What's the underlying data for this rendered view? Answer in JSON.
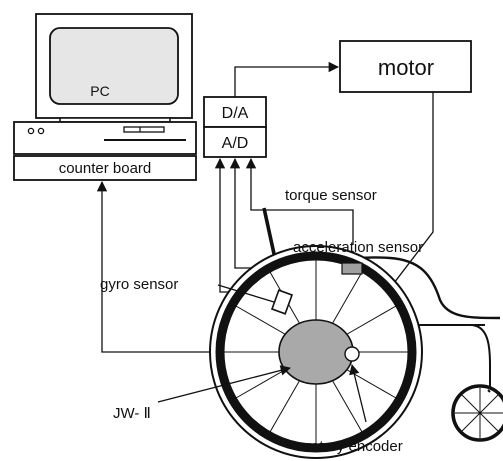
{
  "labels": {
    "pc": "PC",
    "counter_board": "counter board",
    "da": "D/A",
    "ad": "A/D",
    "motor": "motor",
    "torque_sensor": "torque sensor",
    "acceleration_sensor": "acceleration sensor",
    "gyro_sensor": "gyro sensor",
    "jw2": "JW- Ⅱ",
    "rotary_encoder": "rotary encoder"
  },
  "colors": {
    "line": "#111111",
    "hub": "#a9a9a9",
    "sensor": "#a0a0a0",
    "screen": "#e6e6e6"
  }
}
